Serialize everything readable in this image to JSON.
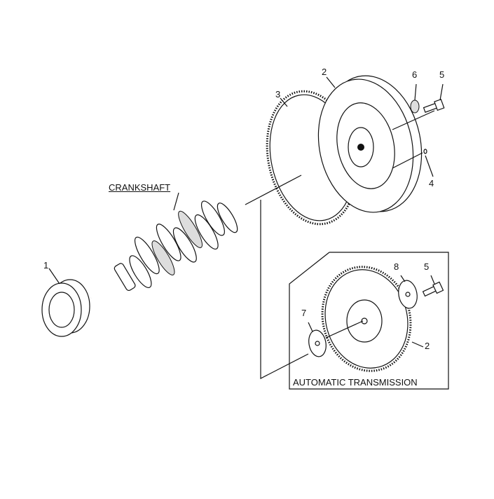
{
  "labels": {
    "part1": "1",
    "part2": "2",
    "part3": "3",
    "part4": "4",
    "part5": "5",
    "part6": "6",
    "crankshaft": "CRANKSHAFT",
    "at_part8": "8",
    "at_part5": "5",
    "at_part7": "7",
    "at_part2": "2",
    "inset_title": "AUTOMATIC TRANSMISSION"
  }
}
